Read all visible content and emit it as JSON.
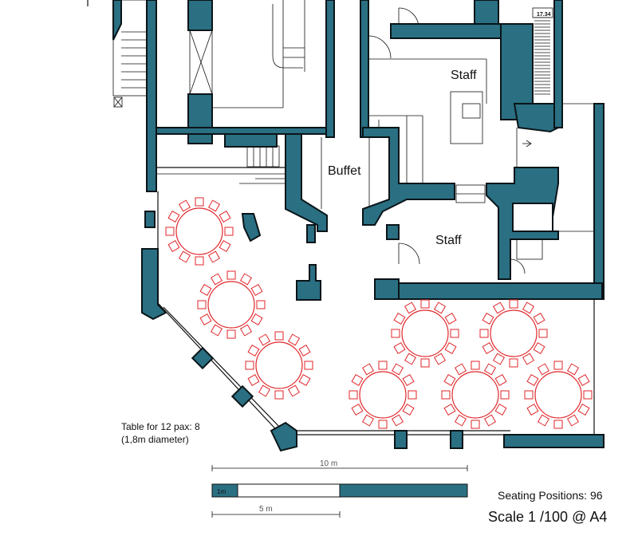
{
  "rooms": {
    "staff_top": "Staff",
    "buffet": "Buffet",
    "staff_bottom": "Staff"
  },
  "level_marker": "17.34",
  "table_note": {
    "line1": "Table for 12 pax: 8",
    "line2": "(1,8m diameter)"
  },
  "scale_bar": {
    "top_label": "10 m",
    "unit_label": "1m",
    "bottom_label": "5 m"
  },
  "seating": "Seating Positions: 96",
  "scale": "Scale 1 /100 @ A4",
  "tables": {
    "count": 8,
    "seats_per_table": 12
  },
  "colors": {
    "wall": "#2a6f82",
    "table": "#e0262a"
  }
}
